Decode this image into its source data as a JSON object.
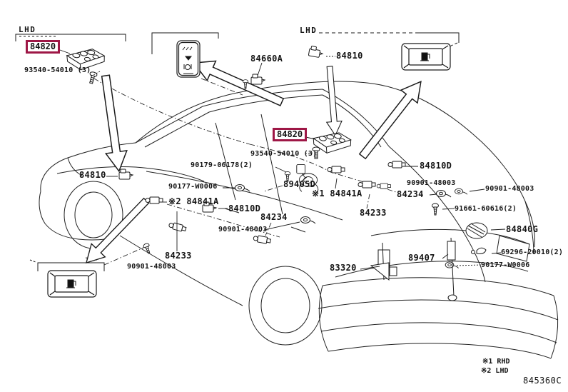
{
  "diagram": {
    "code": "845360C",
    "region_top_left": "LHD",
    "region_top_right": "LHD",
    "footnote_1": "※1 RHD",
    "footnote_2": "※2 LHD",
    "highlight_color": "#9e1746",
    "icons": {
      "fuel_lid_switch": "fuel-pump-icon",
      "roof_switch_panel": "switch-panel-icon"
    },
    "labels": [
      {
        "text": "LHD"
      },
      {
        "text": "84820"
      },
      {
        "text": "93540-54010 (3)"
      },
      {
        "text": "84660A"
      },
      {
        "text": "LHD"
      },
      {
        "text": "84810"
      },
      {
        "text": "84820"
      },
      {
        "text": "93540-54010 (3)"
      },
      {
        "text": "90179-06178(2)"
      },
      {
        "text": "90177-W0006"
      },
      {
        "text": "89405D"
      },
      {
        "text": "※2 84841A"
      },
      {
        "text": "84810"
      },
      {
        "text": "84810D"
      },
      {
        "text": "84234"
      },
      {
        "text": "90901-48003"
      },
      {
        "text": "84810D"
      },
      {
        "text": "90901-48003"
      },
      {
        "text": "※1 84841A"
      },
      {
        "text": "84234"
      },
      {
        "text": "90901-48003"
      },
      {
        "text": "91661-60616(2)"
      },
      {
        "text": "84233"
      },
      {
        "text": "84840G"
      },
      {
        "text": "84233"
      },
      {
        "text": "90901-48003"
      },
      {
        "text": "69296-20010(2)"
      },
      {
        "text": "90177-W0006"
      },
      {
        "text": "89407"
      },
      {
        "text": "83320"
      }
    ]
  }
}
